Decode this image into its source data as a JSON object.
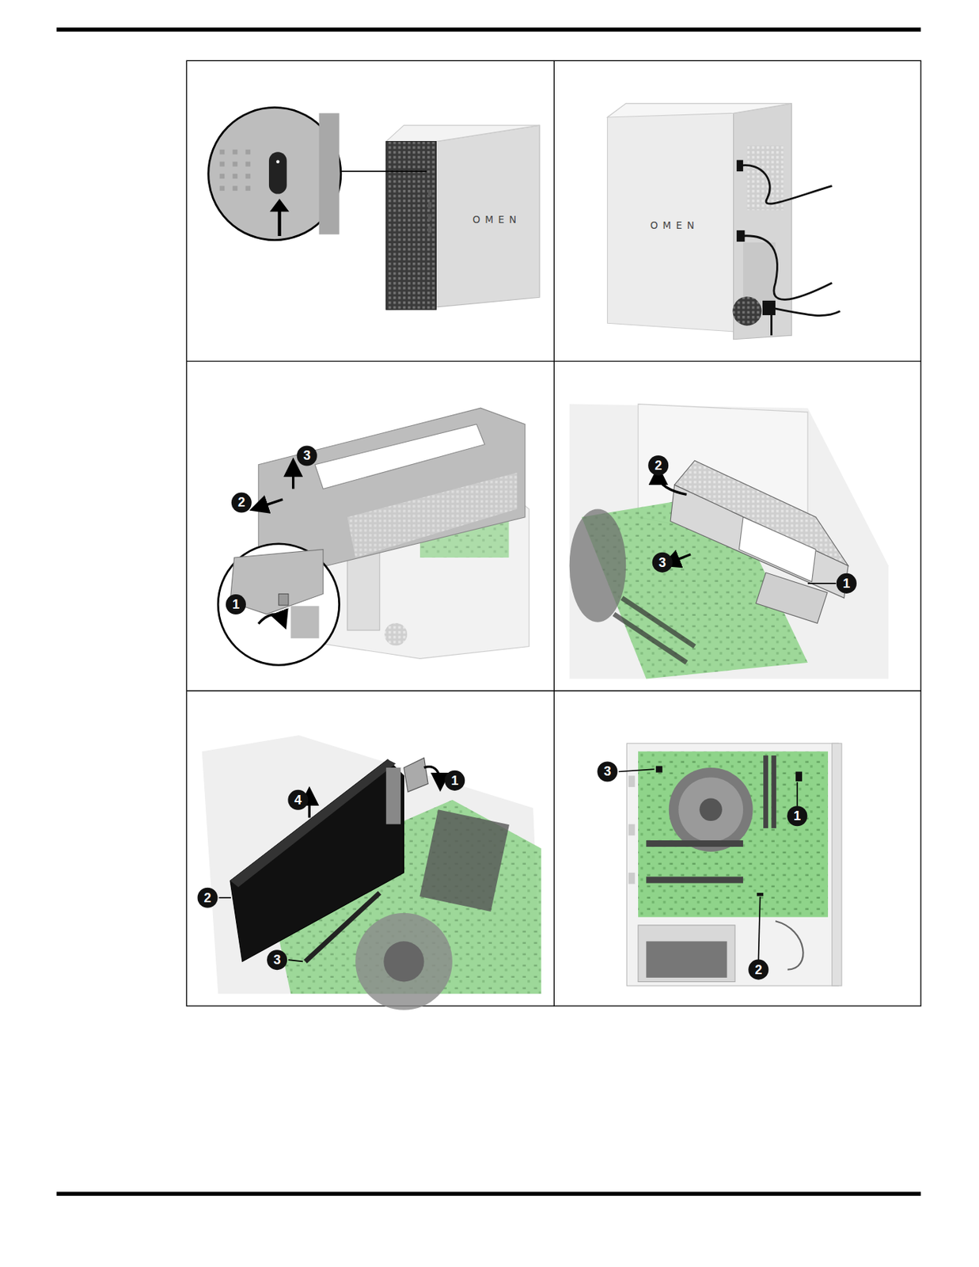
{
  "diagram": {
    "labels": [
      "3",
      "2",
      "1",
      "2",
      "3",
      "1",
      "1",
      "4",
      "2",
      "3",
      "3",
      "1",
      "2"
    ]
  }
}
